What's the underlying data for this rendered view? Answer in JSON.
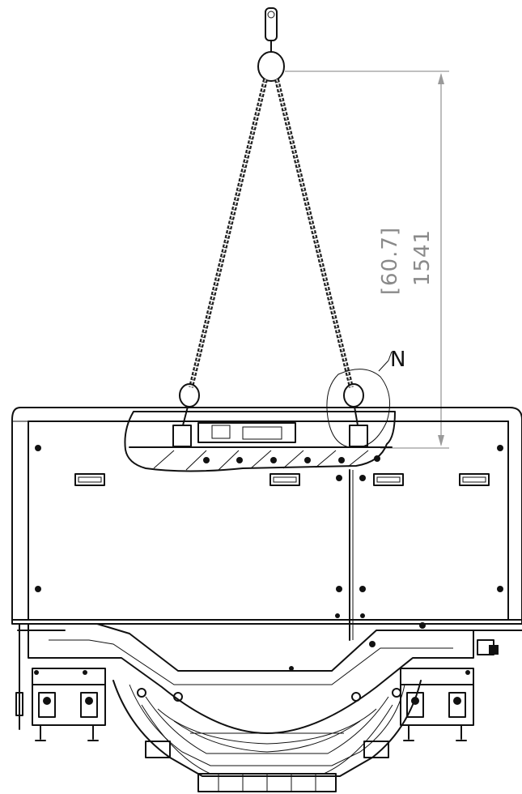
{
  "dimension": {
    "inches_label": "[60.7]",
    "mm_label": "1541"
  },
  "callout": {
    "label": "N"
  },
  "colors": {
    "line": "#111111",
    "dimension": "#9a9a9a",
    "background": "#ffffff"
  }
}
